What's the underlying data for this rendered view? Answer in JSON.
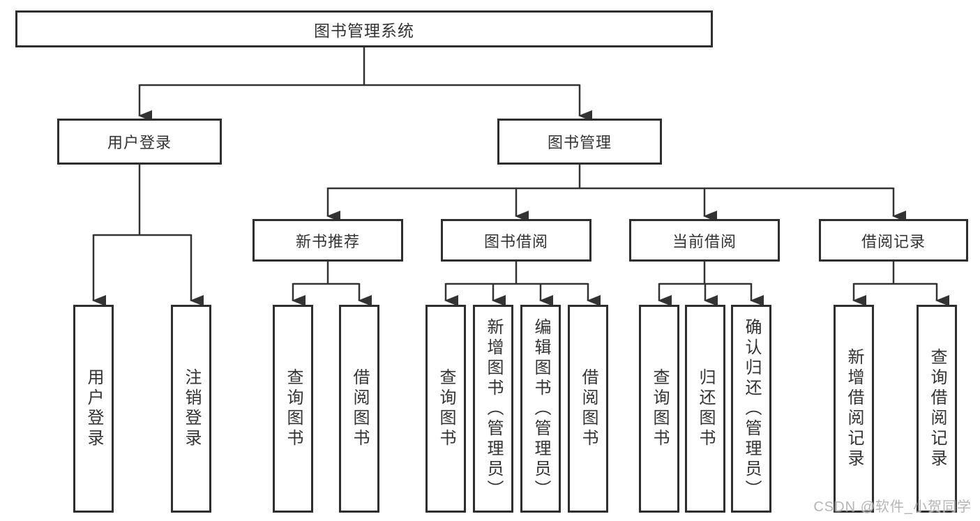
{
  "title": "图书管理系统",
  "level2": {
    "user_login": "用户登录",
    "book_mgmt": "图书管理"
  },
  "level3": {
    "new_book": "新书推荐",
    "book_borrow": "图书借阅",
    "current_borrow": "当前借阅",
    "borrow_record": "借阅记录"
  },
  "leaves": {
    "user_login": [
      "用户登录",
      "注销登录"
    ],
    "new_book": [
      "查询图书",
      "借阅图书"
    ],
    "book_borrow": [
      "查询图书",
      "新增图书（管理员）",
      "编辑图书（管理员）",
      "借阅图书"
    ],
    "current_borrow": [
      "查询图书",
      "归还图书",
      "确认归还（管理员）"
    ],
    "borrow_record": [
      "新增借阅记录",
      "查询借阅记录"
    ]
  },
  "watermark": "CSDN @软件_小贺同学",
  "colors": {
    "line": "#333333",
    "box_border": "#2e2e2e",
    "text": "#333333",
    "watermark": "#b5b5b5",
    "background": "#ffffff"
  }
}
